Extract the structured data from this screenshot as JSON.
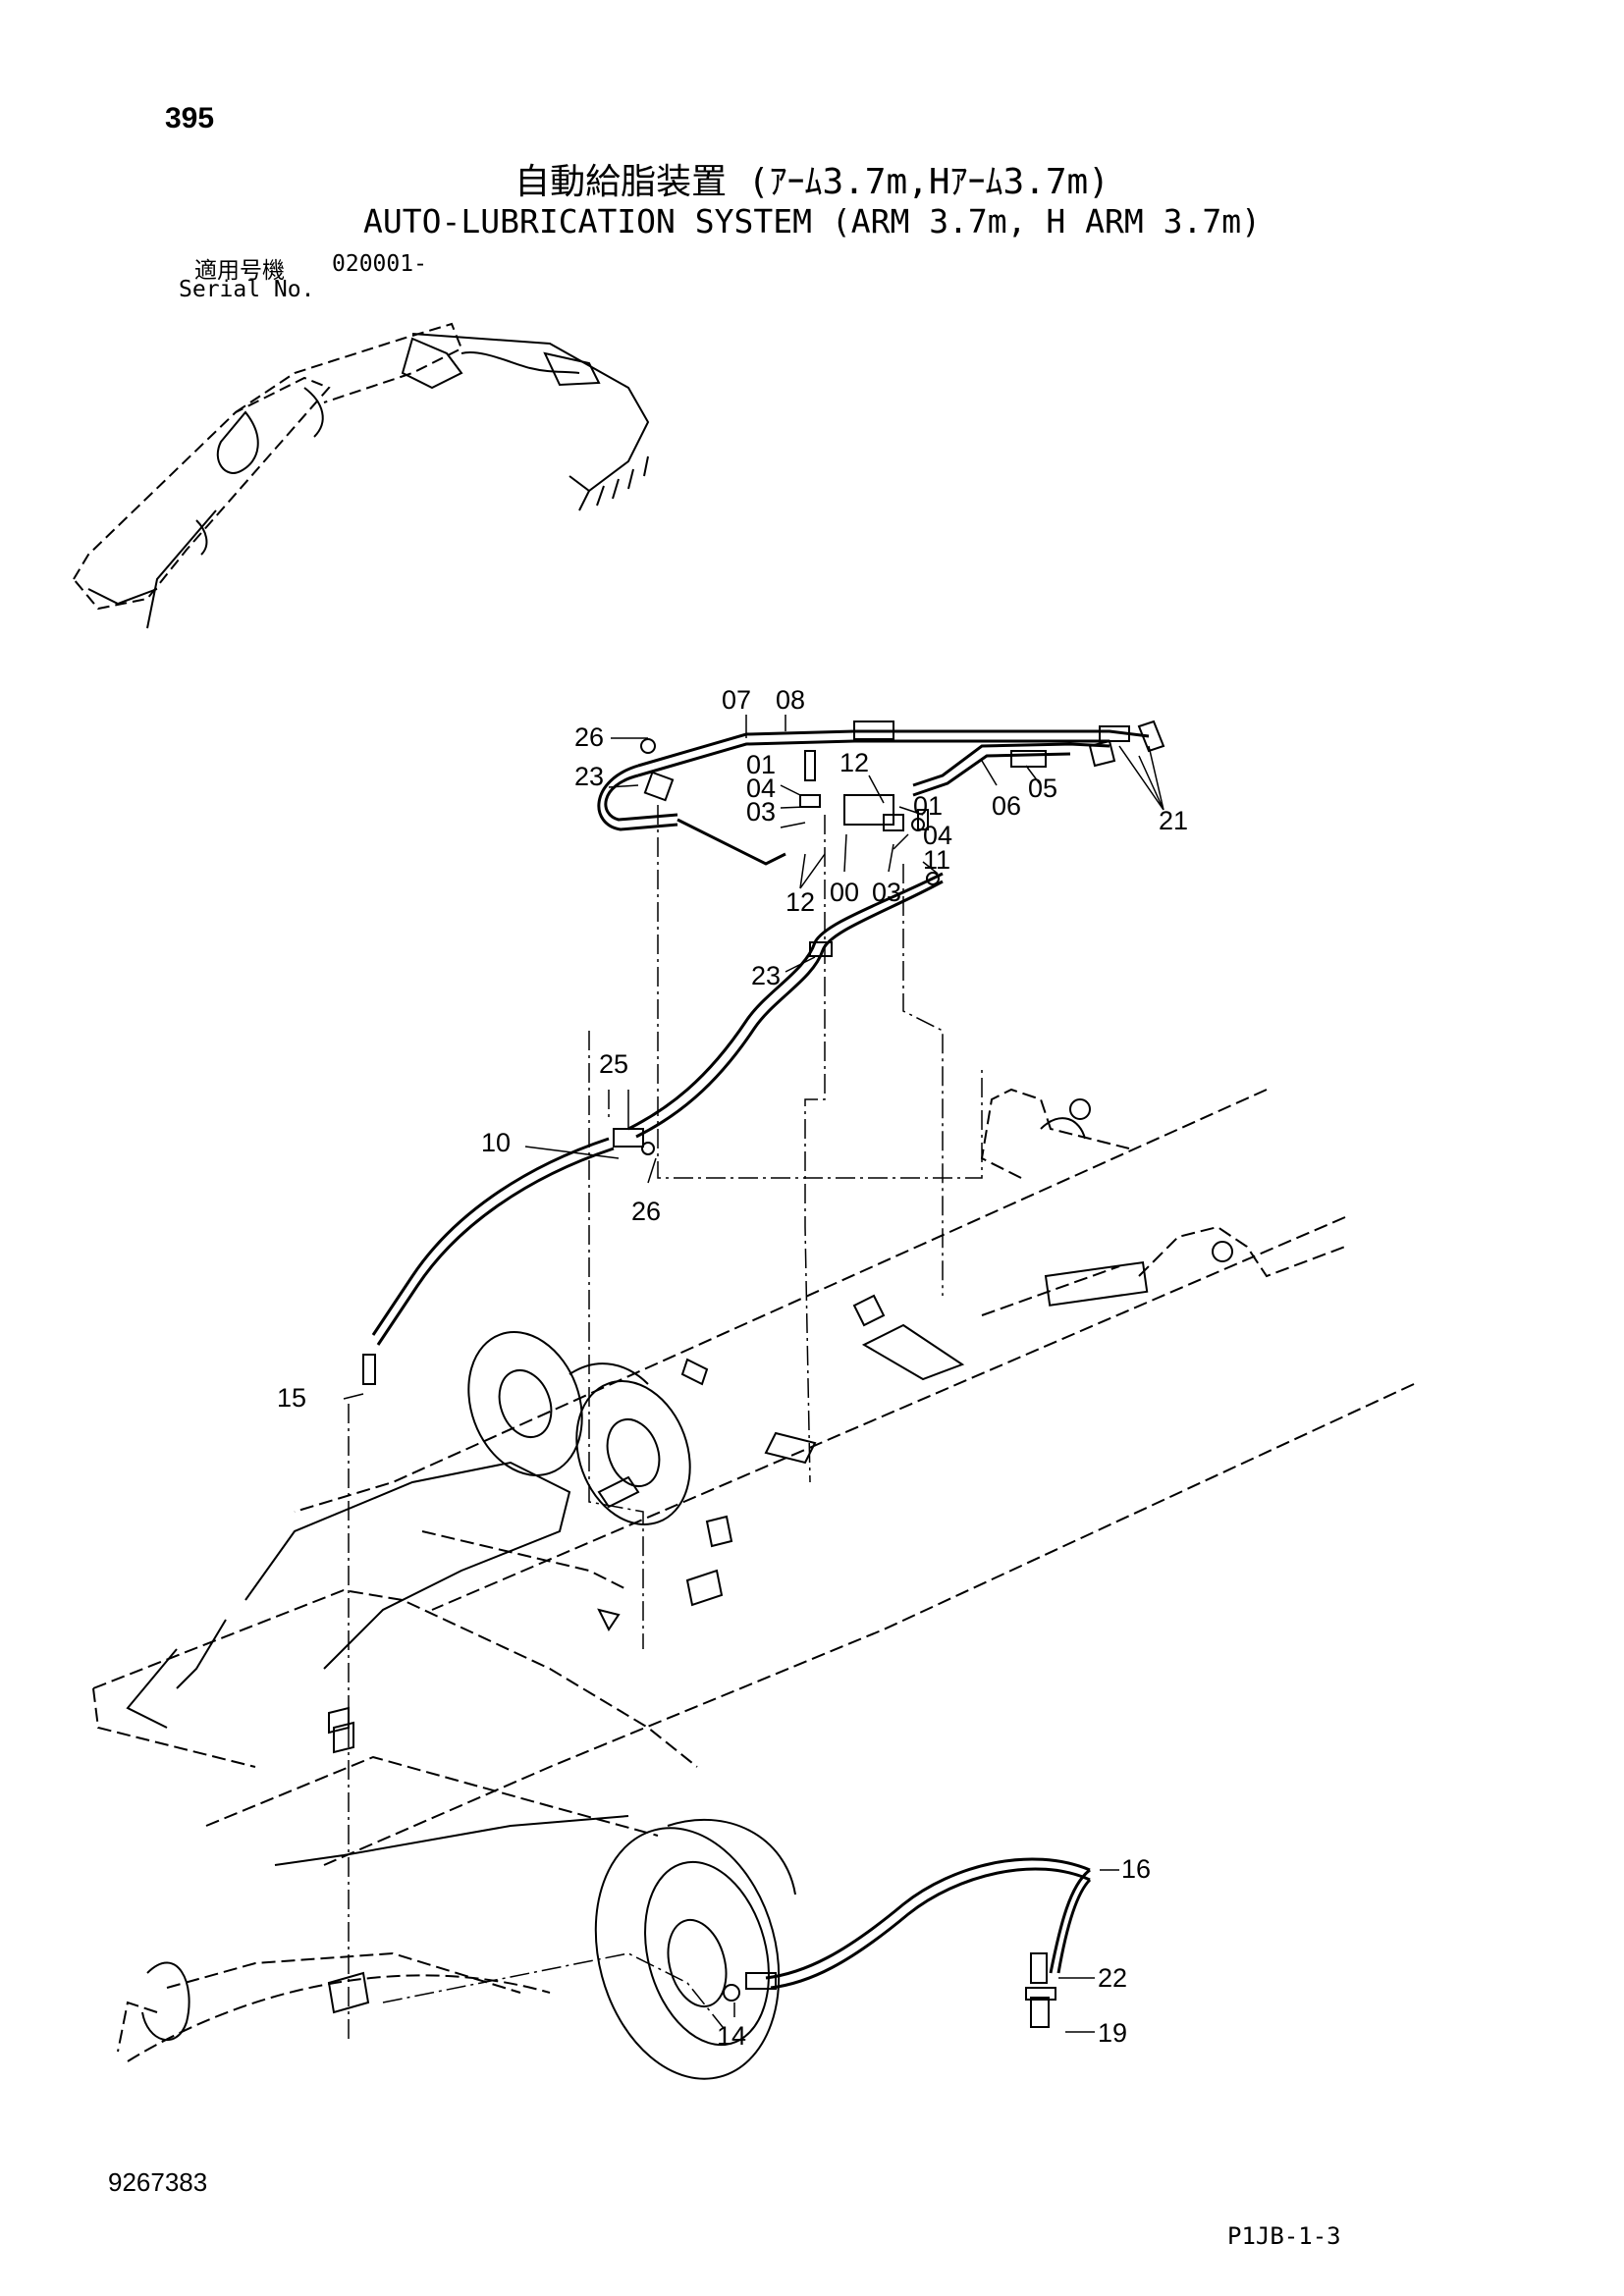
{
  "header": {
    "page_number": "395",
    "title_jp": "自動給脂装置 (ｱｰﾑ3.7m,Hｱｰﾑ3.7m)",
    "title_en": "AUTO-LUBRICATION SYSTEM (ARM 3.7m, H ARM 3.7m)",
    "serial_label_jp": "適用号機",
    "serial_value": "020001-",
    "serial_label_en": "Serial No."
  },
  "callouts": [
    {
      "id": "07",
      "text": "07"
    },
    {
      "id": "08",
      "text": "08"
    },
    {
      "id": "26a",
      "text": "26"
    },
    {
      "id": "23a",
      "text": "23"
    },
    {
      "id": "01a",
      "text": "01"
    },
    {
      "id": "04a",
      "text": "04"
    },
    {
      "id": "03a",
      "text": "03"
    },
    {
      "id": "12a",
      "text": "12"
    },
    {
      "id": "01b",
      "text": "01"
    },
    {
      "id": "06",
      "text": "06"
    },
    {
      "id": "05",
      "text": "05"
    },
    {
      "id": "21",
      "text": "21"
    },
    {
      "id": "04b",
      "text": "04"
    },
    {
      "id": "11",
      "text": "11"
    },
    {
      "id": "12b",
      "text": "12"
    },
    {
      "id": "00",
      "text": "00"
    },
    {
      "id": "03b",
      "text": "03"
    },
    {
      "id": "23b",
      "text": "23"
    },
    {
      "id": "25",
      "text": "25"
    },
    {
      "id": "10",
      "text": "10"
    },
    {
      "id": "26b",
      "text": "26"
    },
    {
      "id": "15",
      "text": "15"
    },
    {
      "id": "16",
      "text": "16"
    },
    {
      "id": "22",
      "text": "22"
    },
    {
      "id": "19",
      "text": "19"
    },
    {
      "id": "14",
      "text": "14"
    }
  ],
  "footer": {
    "doc_number": "9267383",
    "page_code": "P1JB-1-3"
  }
}
